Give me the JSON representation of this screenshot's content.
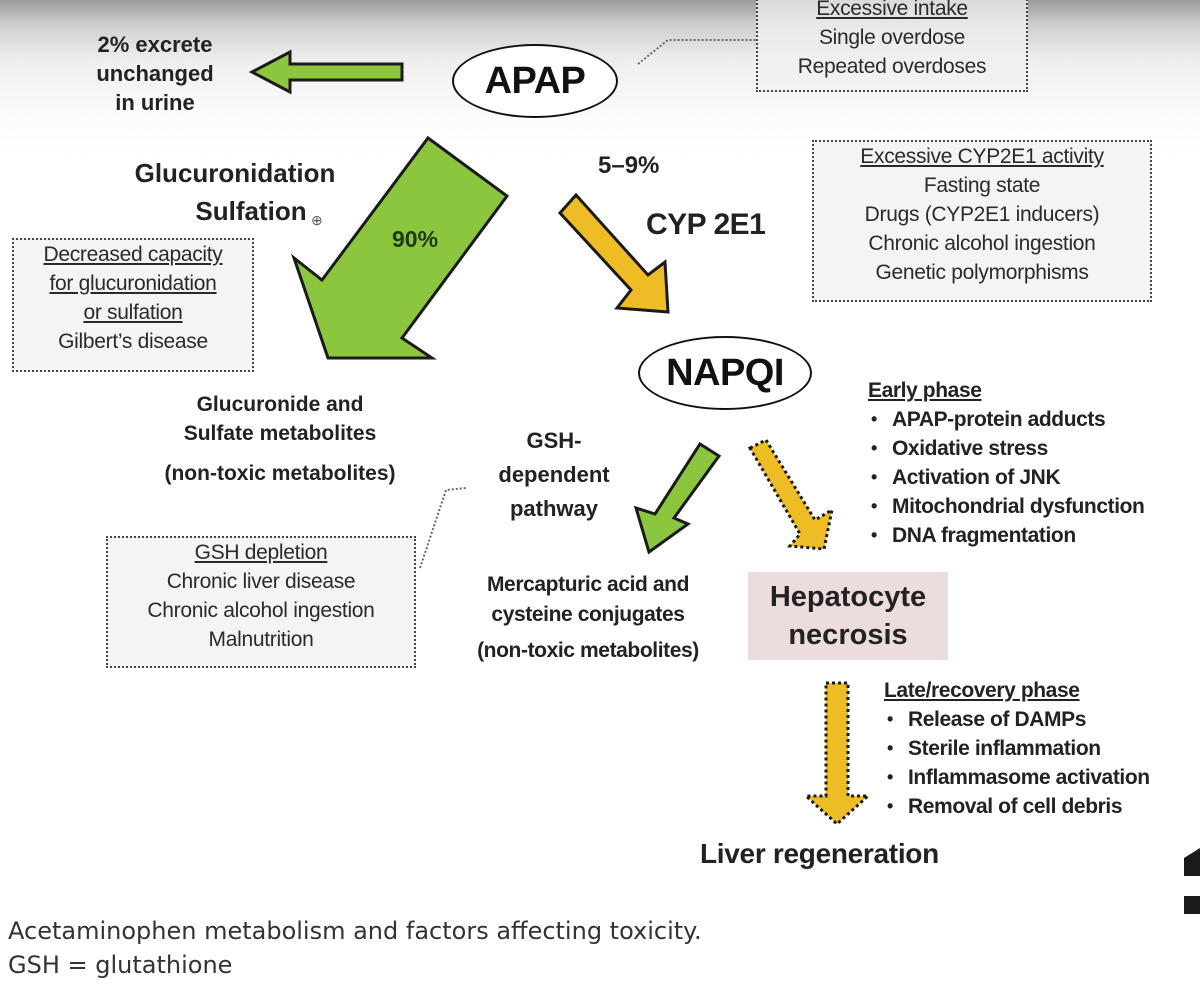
{
  "diagram": {
    "apap": "APAP",
    "napqi": "NAPQI",
    "urine_excretion": [
      "2% excrete",
      "unchanged",
      "in urine"
    ],
    "glucuronidation_label": [
      "Glucuronidation",
      "Sulfation"
    ],
    "glucuronidation_percent": "90%",
    "cyp_percent": "5–9%",
    "cyp_label": "CYP 2E1",
    "glucuronide_products": [
      "Glucuronide and",
      "Sulfate metabolites"
    ],
    "glucuronide_note": "(non-toxic metabolites)",
    "gsh_pathway_label": [
      "GSH-",
      "dependent",
      "pathway"
    ],
    "mercapturic_products": [
      "Mercapturic acid and",
      "cysteine conjugates"
    ],
    "mercapturic_note": "(non-toxic metabolites)",
    "hepatocyte_necrosis": [
      "Hepatocyte",
      "necrosis"
    ],
    "liver_regeneration": "Liver regeneration",
    "colors": {
      "green_arrow": "#8cc63f",
      "yellow_arrow": "#eebd25",
      "necrosis_box": "#ecdcdc"
    }
  },
  "factor_boxes": {
    "excessive_intake": {
      "heading": "Excessive intake",
      "items": [
        "Single overdose",
        "Repeated overdoses"
      ]
    },
    "cyp2e1_activity": {
      "heading": "Excessive CYP2E1 activity",
      "items": [
        "Fasting state",
        "Drugs (CYP2E1 inducers)",
        "Chronic alcohol ingestion",
        "Genetic polymorphisms"
      ]
    },
    "decreased_capacity": {
      "heading_lines": [
        "Decreased capacity",
        "for glucuronidation",
        "or sulfation"
      ],
      "items": [
        "Gilbert’s disease"
      ]
    },
    "gsh_depletion": {
      "heading": "GSH depletion",
      "items": [
        "Chronic liver disease",
        "Chronic alcohol ingestion",
        "Malnutrition"
      ]
    }
  },
  "phases": {
    "early": {
      "heading": "Early phase",
      "items": [
        "APAP-protein adducts",
        "Oxidative stress",
        "Activation of JNK",
        "Mitochondrial dysfunction",
        "DNA fragmentation"
      ]
    },
    "late": {
      "heading": "Late/recovery phase",
      "items": [
        "Release of DAMPs",
        "Sterile inflammation",
        "Inflammasome activation",
        "Removal of cell debris"
      ]
    }
  },
  "caption": {
    "line1": "Acetaminophen metabolism and factors affecting toxicity.",
    "line2": "GSH = glutathione"
  }
}
